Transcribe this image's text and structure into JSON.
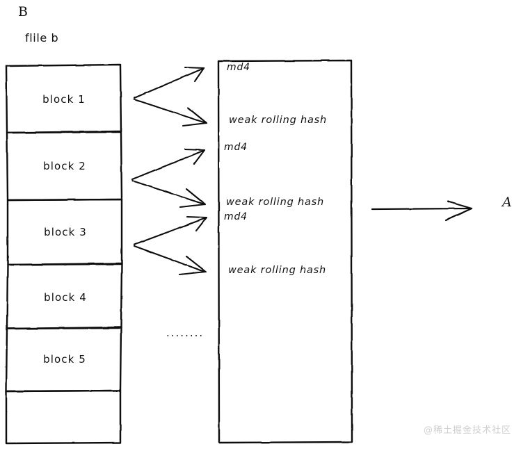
{
  "diagram": {
    "title_label": "B",
    "caption": "flile b",
    "target_label": "A",
    "ellipsis": "........",
    "ink_color": "#111111",
    "background_color": "#ffffff",
    "watermark": "@稀土掘金技术社区",
    "watermark_color": "#cfcfcf"
  },
  "file_blocks": {
    "name": "flile b",
    "items": [
      {
        "label": "block 1"
      },
      {
        "label": "block 2"
      },
      {
        "label": "block 3"
      },
      {
        "label": "block 4"
      },
      {
        "label": "block 5"
      },
      {
        "label": ""
      }
    ]
  },
  "hash_list": {
    "entries": [
      {
        "strong": "md4",
        "weak": "weak rolling hash"
      },
      {
        "strong": "md4",
        "weak": "weak rolling hash"
      },
      {
        "strong": "md4",
        "weak": "weak rolling hash"
      }
    ]
  },
  "arrows": {
    "forks": [
      {
        "from_block": "block 1",
        "to_strong": "md4",
        "to_weak": "weak rolling hash"
      },
      {
        "from_block": "block 2",
        "to_strong": "md4",
        "to_weak": "weak rolling hash"
      },
      {
        "from_block": "block 3",
        "to_strong": "md4",
        "to_weak": "weak rolling hash"
      }
    ],
    "transfer": {
      "label": "A",
      "direction": "right"
    }
  }
}
